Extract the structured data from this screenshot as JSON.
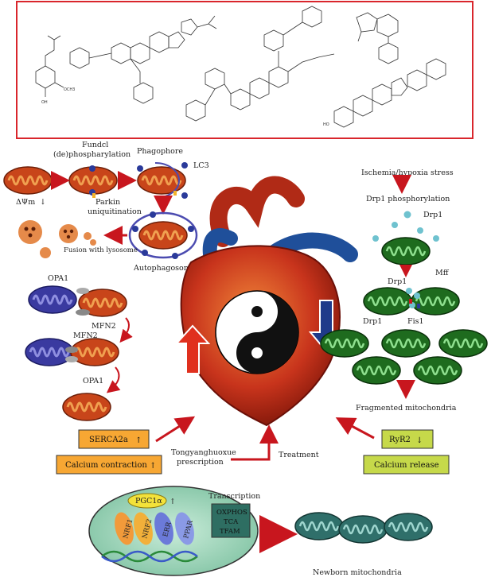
{
  "colors": {
    "frame_red": "#d9262c",
    "arrow_red": "#c8161e",
    "mito_orange": "#c8451a",
    "mito_inner": "#f0a050",
    "mito_blue": "#3a3aa0",
    "mito_green": "#1e6b1e",
    "serca_box": "#f7a733",
    "ryr_box": "#c6d94a",
    "nucleus_fill": "#9ed4b8",
    "heart_red": "#c8341c",
    "vessel_blue": "#1f4f9a"
  },
  "chem_labels": {
    "oh": "OH",
    "och3": "OCH3",
    "ho": "HO"
  },
  "mitophagy": {
    "fundc1": "Fundcl",
    "dephos": "(de)phospharylation",
    "delta_psi": "ΔΨm",
    "parkin": "Parkin",
    "ubiquitination": "uniquitination",
    "phagophore": "Phagophore",
    "lc3": "LC3",
    "autophagosome": "Autophagosome",
    "fusion": "Fusion with lysosome"
  },
  "fusion_section": {
    "opa1_top": "OPA1",
    "mfn2_top": "MFN2",
    "mfn2_mid": "MFN2",
    "opa1_bottom": "OPA1"
  },
  "fission_section": {
    "stress": "Ischemia/hypoxia stress",
    "drp1_phos": "Drp1 phosphorylation",
    "drp1_top": "Drp1",
    "drp1_mid": "Drp1",
    "mff": "Mff",
    "drp1_low": "Drp1",
    "fis1": "Fis1",
    "fragmented": "Fragmented mitochondria"
  },
  "center": {
    "serca": "SERCA2a",
    "calcium_contraction": "Calcium contraction",
    "prescription_line1": "Tongyanghuoxue",
    "prescription_line2": "prescription",
    "treatment": "Treatment",
    "ryr2": "RyR2",
    "calcium_release": "Calcium release"
  },
  "biogenesis": {
    "pgc1a": "PGC1α",
    "nrf1": "NRF1",
    "nrf2": "NRF2",
    "err": "ERR",
    "ppar": "PPAR",
    "transcription": "Transcription",
    "oxphos": "OXPHOS",
    "tca": "TCA",
    "tfam": "TFAM",
    "newborn": "Newborn mitochondria"
  }
}
